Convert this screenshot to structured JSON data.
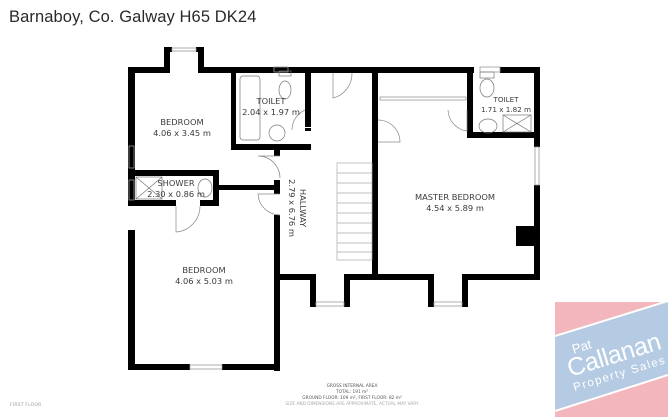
{
  "header": {
    "title": "Barnaboy, Co. Galway H65 DK24"
  },
  "rooms": {
    "bedroom1": {
      "name": "BEDROOM",
      "size": "4.06 x 3.45 m"
    },
    "toilet1": {
      "name": "TOILET",
      "size": "2.04 x 1.97 m"
    },
    "toilet2": {
      "name": "TOILET",
      "size": "1.71 x 1.82 m"
    },
    "shower": {
      "name": "SHOWER",
      "size": "2.30 x 0.86 m"
    },
    "hallway": {
      "name": "HALLWAY",
      "size": "2.79 x 6.76 m"
    },
    "master": {
      "name": "MASTER BEDROOM",
      "size": "4.54 x 5.89 m"
    },
    "bedroom2": {
      "name": "BEDROOM",
      "size": "4.06 x 5.03 m"
    }
  },
  "footer": {
    "area_title": "GROSS INTERNAL AREA",
    "total": "TOTAL: 191 m²",
    "floors": "GROUND FLOOR: 109 m², FIRST FLOOR: 82 m²",
    "disclaimer": "SIZE AND DIMENSIONS ARE APPROXIMATE, ACTUAL MAY VARY",
    "floor_label": "FIRST FLOOR"
  },
  "logo": {
    "line1": "Pat",
    "line2": "Callanan",
    "line3": "Property Sales",
    "colors": {
      "pink": "#f4b6bd",
      "blue": "#b5cbe3"
    }
  },
  "colors": {
    "wall": "#000000",
    "text": "#3a3a3a"
  }
}
